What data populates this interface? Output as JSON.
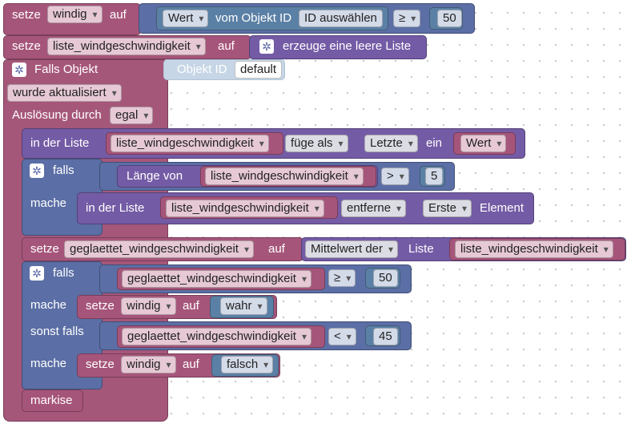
{
  "blocks": {
    "setze_windig_top": {
      "setze": "setze",
      "var": "windig",
      "auf": "auf",
      "wert": "Wert",
      "vom_objekt_id": "vom Objekt ID",
      "id_select": "ID auswählen",
      "op": "≥",
      "num": "50"
    },
    "setze_liste_top": {
      "setze": "setze",
      "var": "liste_windgeschwindigkeit",
      "auf": "auf",
      "create": "erzeuge eine leere Liste"
    },
    "trigger": {
      "falls_objekt": "Falls Objekt",
      "objekt_id": "Objekt ID",
      "default": "default",
      "wurde": "wurde aktualisiert",
      "ausloesung": "Auslösung durch",
      "egal": "egal"
    },
    "insert_list": {
      "in_der_liste": "in der Liste",
      "var": "liste_windgeschwindigkeit",
      "fuege_als": "füge als",
      "letzte": "Letzte",
      "ein": "ein",
      "wert": "Wert"
    },
    "if_length": {
      "falls": "falls",
      "laenge_von": "Länge von",
      "var": "liste_windgeschwindigkeit",
      "op": ">",
      "num": "5",
      "mache": "mache",
      "in_der_liste": "in der Liste",
      "var2": "liste_windgeschwindigkeit",
      "entferne": "entferne",
      "erste": "Erste",
      "element": "Element"
    },
    "setze_geglaettet": {
      "setze": "setze",
      "var": "geglaettet_windgeschwindigkeit",
      "auf": "auf",
      "mittelwert": "Mittelwert der",
      "liste": "Liste",
      "list_var": "liste_windgeschwindigkeit"
    },
    "if_wind": {
      "falls": "falls",
      "var1": "geglaettet_windgeschwindigkeit",
      "op1": "≥",
      "num1": "50",
      "mache1": "mache",
      "setze1": "setze",
      "windig1": "windig",
      "auf1": "auf",
      "wahr": "wahr",
      "sonst_falls": "sonst falls",
      "var2": "geglaettet_windgeschwindigkeit",
      "op2": "<",
      "num2": "45",
      "mache2": "mache",
      "setze2": "setze",
      "windig2": "windig",
      "auf2": "auf",
      "falsch": "falsch"
    },
    "markise": "markise"
  },
  "colors": {
    "variable": "#a6557a",
    "value": "#5b80a5",
    "list": "#745ba5",
    "logic": "#5b6ea5",
    "object_trigger": "#a5577a"
  }
}
